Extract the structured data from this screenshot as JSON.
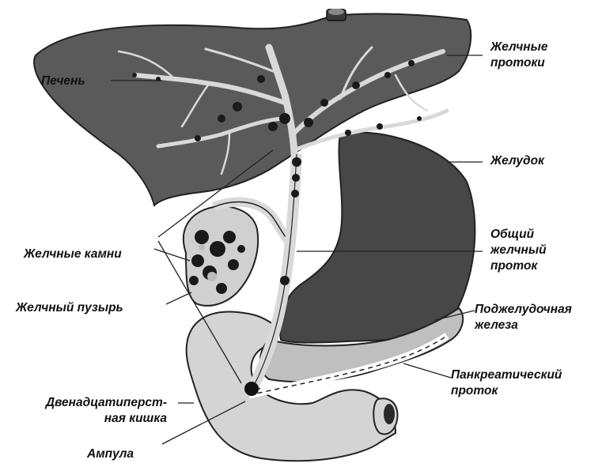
{
  "labels": {
    "liver": "Печень",
    "bile_ducts_1": "Желчные",
    "bile_ducts_2": "протоки",
    "stomach": "Желудок",
    "gallstones": "Желчные камни",
    "common_duct_1": "Общий",
    "common_duct_2": "желчный",
    "common_duct_3": "проток",
    "gallbladder": "Желчный пузырь",
    "pancreas_1": "Поджелудочная",
    "pancreas_2": "железа",
    "panc_duct_1": "Панкреатический",
    "panc_duct_2": "проток",
    "duodenum_1": "Двенадцатиперст-",
    "duodenum_2": "ная кишка",
    "ampulla": "Ампула"
  },
  "colors": {
    "liver": "#5a5a5a",
    "stomach": "#4a4a4a",
    "ducts": "#d9d9d9",
    "duodenum": "#d4d4d4",
    "pancreas": "#c8c8c8",
    "stones": "#1a1a1a"
  }
}
